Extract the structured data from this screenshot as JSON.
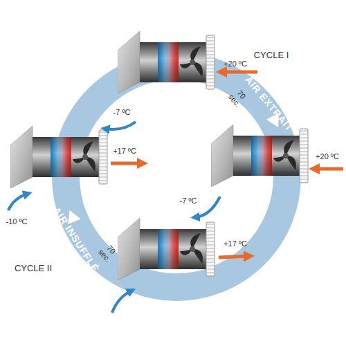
{
  "diagram": {
    "labels": [
      "+20 ºC",
      "CYCLE I",
      "-7 ºC",
      "AIR EXTRAIT",
      "70 sec.",
      "+17 ºC",
      "+20 ºC",
      "-7 ºC",
      "-10 ºC",
      "70 sec.",
      "+17 ºC",
      "AIR INSUFFLÉ",
      "CYCLE II"
    ]
  }
}
